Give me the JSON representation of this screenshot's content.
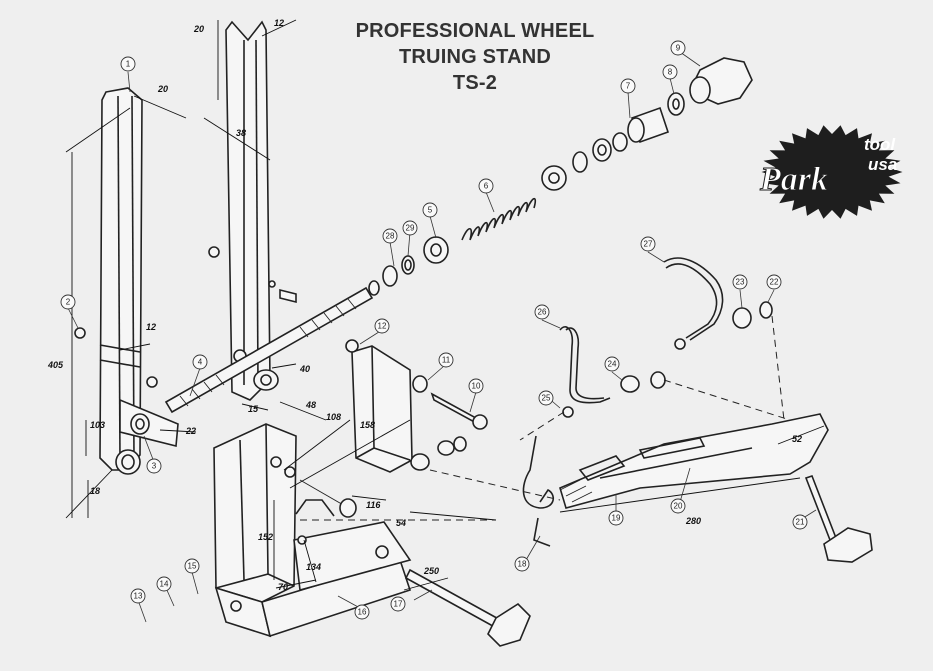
{
  "title": {
    "line1": "PROFESSIONAL WHEEL",
    "line2": "TRUING STAND",
    "line3": "TS-2"
  },
  "logo": {
    "brand": "Park",
    "sub1": "tool",
    "sub2": "usa"
  },
  "colors": {
    "paper": "#efefef",
    "ink": "#222222",
    "logo_fill": "#1e1e1e"
  },
  "part_numbers": [
    "1",
    "2",
    "3",
    "4",
    "5",
    "6",
    "7",
    "8",
    "9",
    "10",
    "11",
    "12",
    "13",
    "14",
    "15",
    "16",
    "17",
    "18",
    "19",
    "20",
    "21",
    "22",
    "23",
    "24",
    "25",
    "26",
    "27",
    "28",
    "29"
  ],
  "dimensions": [
    "20",
    "12",
    "20",
    "38",
    "405",
    "12",
    "103",
    "18",
    "22",
    "40",
    "15",
    "48",
    "108",
    "158",
    "116",
    "54",
    "152",
    "134",
    "70",
    "250",
    "280",
    "52"
  ]
}
